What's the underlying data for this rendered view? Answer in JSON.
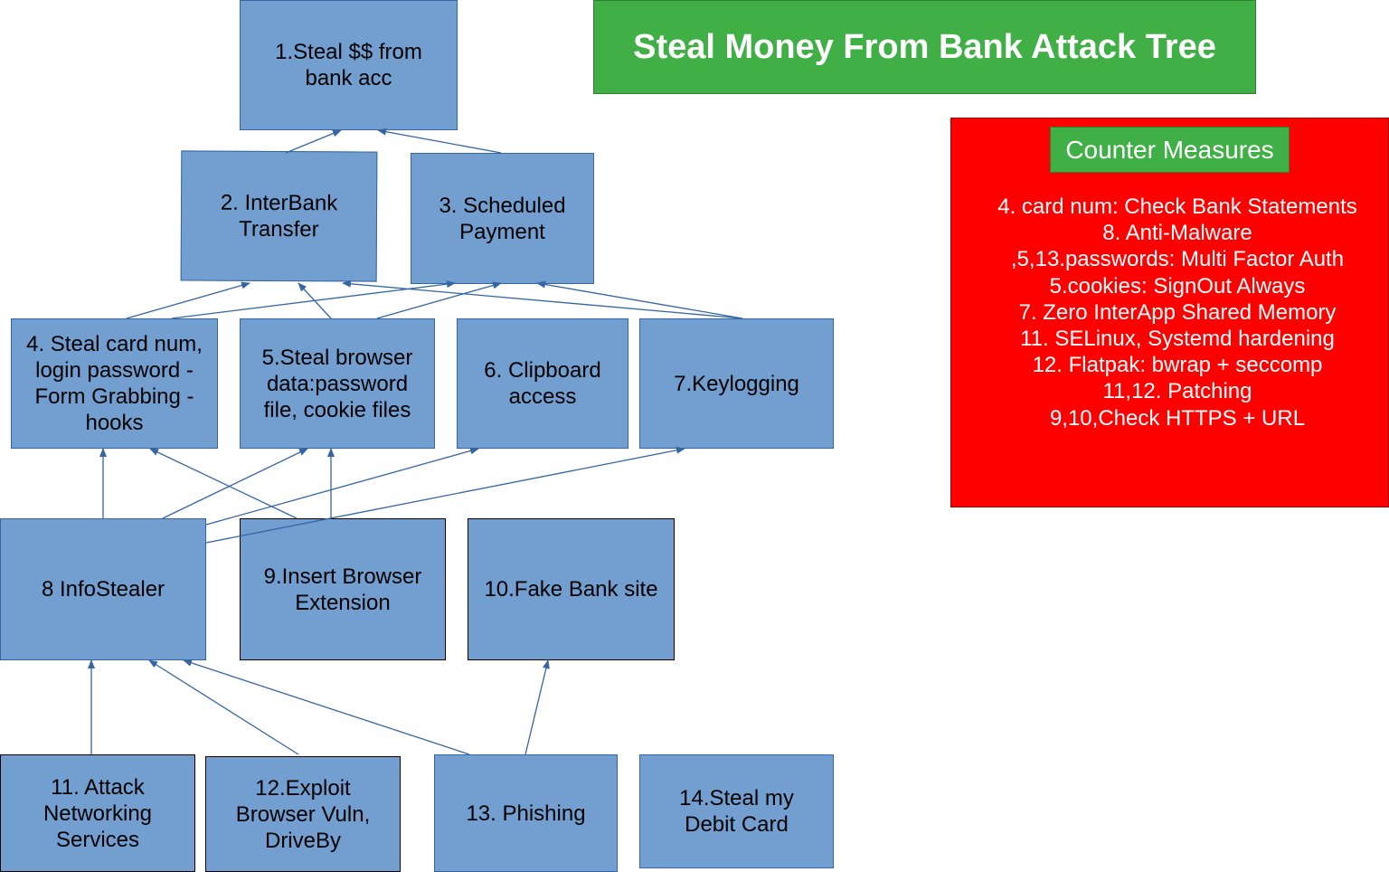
{
  "title": "Steal Money From Bank Attack Tree",
  "colors": {
    "node_fill": "#729fcf",
    "node_border": "#3465a4",
    "edge": "#3465a4",
    "title_fill": "#3faf46",
    "countermeasures_fill": "#ff0000",
    "countermeasures_text": "#ffffff"
  },
  "nodes": [
    {
      "id": "n1",
      "label": "1.Steal $$ from\nbank acc"
    },
    {
      "id": "n2",
      "label": "2. InterBank\nTransfer"
    },
    {
      "id": "n3",
      "label": "3. Scheduled\nPayment"
    },
    {
      "id": "n4",
      "label": "4. Steal card num,\nlogin password -\nForm Grabbing -\nhooks"
    },
    {
      "id": "n5",
      "label": "5.Steal browser\ndata:password\nfile, cookie files"
    },
    {
      "id": "n6",
      "label": "6. Clipboard\naccess"
    },
    {
      "id": "n7",
      "label": "7.Keylogging"
    },
    {
      "id": "n8",
      "label": "8 InfoStealer"
    },
    {
      "id": "n9",
      "label": "9.Insert Browser\nExtension"
    },
    {
      "id": "n10",
      "label": "10.Fake Bank site"
    },
    {
      "id": "n11",
      "label": "11. Attack\nNetworking\nServices"
    },
    {
      "id": "n12",
      "label": "12.Exploit\nBrowser Vuln,\nDriveBy"
    },
    {
      "id": "n13",
      "label": "13. Phishing"
    },
    {
      "id": "n14",
      "label": "14.Steal my\nDebit Card"
    }
  ],
  "edges": [
    {
      "from": "n2",
      "to": "n1"
    },
    {
      "from": "n3",
      "to": "n1"
    },
    {
      "from": "n4",
      "to": "n2"
    },
    {
      "from": "n4",
      "to": "n3"
    },
    {
      "from": "n5",
      "to": "n2"
    },
    {
      "from": "n5",
      "to": "n3"
    },
    {
      "from": "n7",
      "to": "n2"
    },
    {
      "from": "n7",
      "to": "n3"
    },
    {
      "from": "n8",
      "to": "n4"
    },
    {
      "from": "n8",
      "to": "n5"
    },
    {
      "from": "n8",
      "to": "n6"
    },
    {
      "from": "n8",
      "to": "n7"
    },
    {
      "from": "n9",
      "to": "n4"
    },
    {
      "from": "n9",
      "to": "n5"
    },
    {
      "from": "n11",
      "to": "n8"
    },
    {
      "from": "n12",
      "to": "n8"
    },
    {
      "from": "n13",
      "to": "n8"
    },
    {
      "from": "n13",
      "to": "n10"
    }
  ],
  "countermeasures": {
    "header": "Counter Measures",
    "items": [
      "4. card num: Check Bank Statements",
      "8. Anti-Malware",
      ",5,13.passwords: Multi Factor Auth",
      "5.cookies: SignOut Always",
      "7. Zero InterApp Shared Memory",
      "11. SELinux, Systemd hardening",
      "12. Flatpak: bwrap + seccomp",
      "11,12. Patching",
      "9,10,Check HTTPS + URL"
    ]
  }
}
